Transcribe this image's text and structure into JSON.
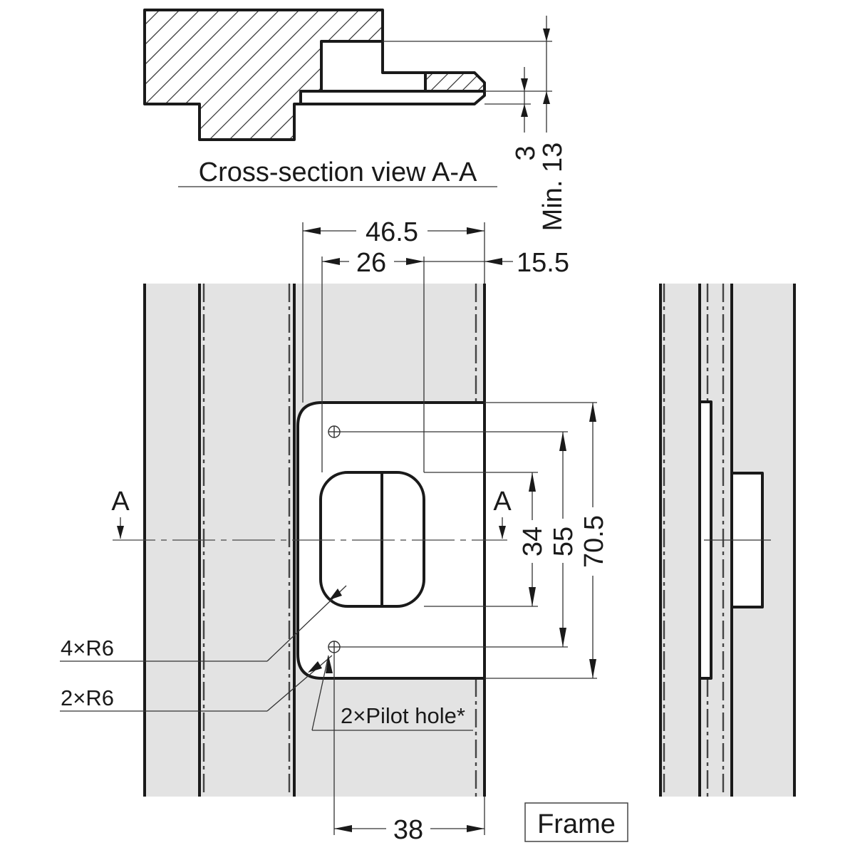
{
  "drawing": {
    "section_title": "Cross-section view A-A",
    "frame_label": "Frame",
    "section_marker": "A",
    "section_marker_right": "A"
  },
  "dimensions": {
    "overall_width": "46.5",
    "slot_offset": "26",
    "edge_offset": "15.5",
    "hole_to_edge": "38",
    "slot_height": "34",
    "hole_spacing": "55",
    "plate_height": "70.5",
    "plate_thickness": "3",
    "min_depth": "Min. 13"
  },
  "callouts": {
    "slot_radius": "4×R6",
    "plate_radius": "2×R6",
    "pilot_hole": "2×Pilot hole*"
  },
  "colors": {
    "line": "#1a1a1a",
    "frame_fill": "#e3e3e3",
    "background": "#ffffff"
  }
}
